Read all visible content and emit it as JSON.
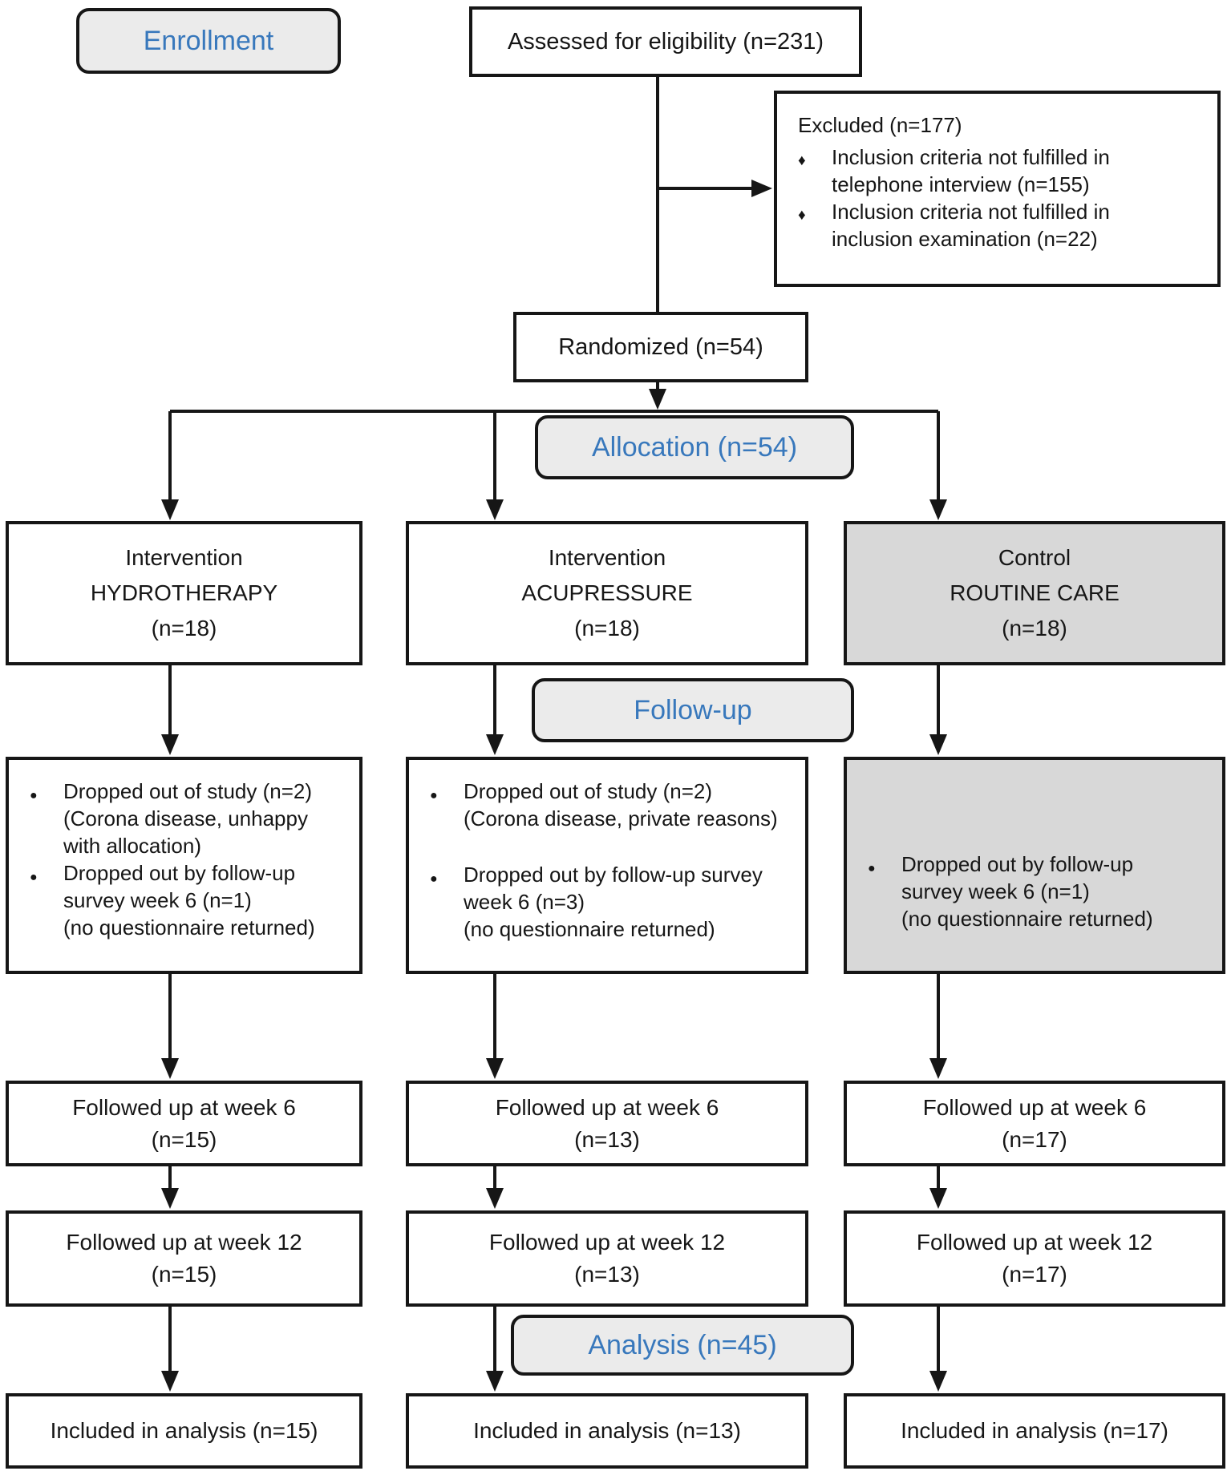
{
  "stages": {
    "enrollment": "Enrollment",
    "allocation": "Allocation (n=54)",
    "followup": "Follow-up",
    "analysis": "Analysis (n=45)"
  },
  "top": {
    "assessed": "Assessed for eligibility (n=231)",
    "randomized": "Randomized (n=54)",
    "excluded_title": "Excluded (n=177)",
    "excluded_bullets": [
      "Inclusion criteria not fulfilled in\ntelephone interview (n=155)",
      "Inclusion criteria not fulfilled in\ninclusion examination (n=22)"
    ]
  },
  "columns": [
    {
      "id": "hydrotherapy",
      "allocation": "Intervention\nHYDROTHERAPY\n(n=18)",
      "dropout_bullets": [
        "Dropped out of study (n=2)\n(Corona disease, unhappy\nwith allocation)",
        "Dropped out by follow-up\nsurvey week 6 (n=1)\n(no questionnaire returned)"
      ],
      "week6": "Followed up at week 6\n(n=15)",
      "week12": "Followed up at week 12\n(n=15)",
      "analysis": "Included in analysis (n=15)"
    },
    {
      "id": "acupressure",
      "allocation": "Intervention\nACUPRESSURE\n(n=18)",
      "dropout_bullets": [
        "Dropped out of study (n=2)\n(Corona disease, private reasons)",
        "Dropped out by follow-up survey\nweek 6 (n=3)\n(no questionnaire returned)"
      ],
      "week6": "Followed up at week 6\n(n=13)",
      "week12": "Followed up at week 12\n(n=13)",
      "analysis": "Included in analysis (n=13)"
    },
    {
      "id": "routine-care",
      "allocation": "Control\nROUTINE CARE\n(n=18)",
      "dropout_bullets": [
        "Dropped out by follow-up\nsurvey week 6 (n=1)\n(no questionnaire returned)"
      ],
      "week6": "Followed up at week 6\n(n=17)",
      "week12": "Followed up at week 12\n(n=17)",
      "analysis": "Included in analysis (n=17)"
    }
  ],
  "glyphs": {
    "diamond_bullet": "♦",
    "dot_bullet": "●"
  },
  "colors": {
    "accent": "#3878bc",
    "stage_fill": "#ebebeb",
    "shaded_fill": "#d8d8d8",
    "ink": "#161616",
    "box_bg": "#ffffff"
  }
}
